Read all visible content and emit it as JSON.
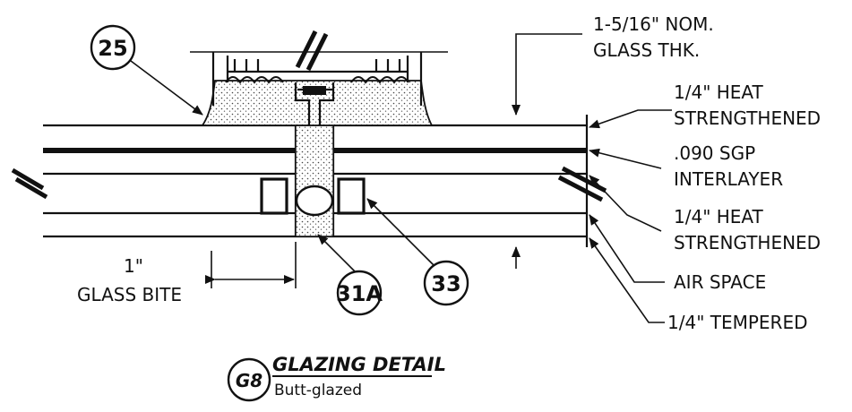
{
  "labels": {
    "nominal_thickness_1": "1-5/16\" NOM.",
    "nominal_thickness_2": "GLASS THK.",
    "layer1_a": "1/4\" HEAT",
    "layer1_b": "STRENGTHENED",
    "interlayer_a": ".090 SGP",
    "interlayer_b": "INTERLAYER",
    "layer2_a": "1/4\" HEAT",
    "layer2_b": "STRENGTHENED",
    "air_space": "AIR SPACE",
    "tempered": "1/4\" TEMPERED",
    "bite_value": "1\"",
    "bite_label": "GLASS BITE"
  },
  "bubbles": {
    "b25": "25",
    "b31a": "31A",
    "b33": "33"
  },
  "title_block": {
    "tag": "G8",
    "title": "GLAZING DETAIL",
    "subtitle": "Butt-glazed"
  }
}
